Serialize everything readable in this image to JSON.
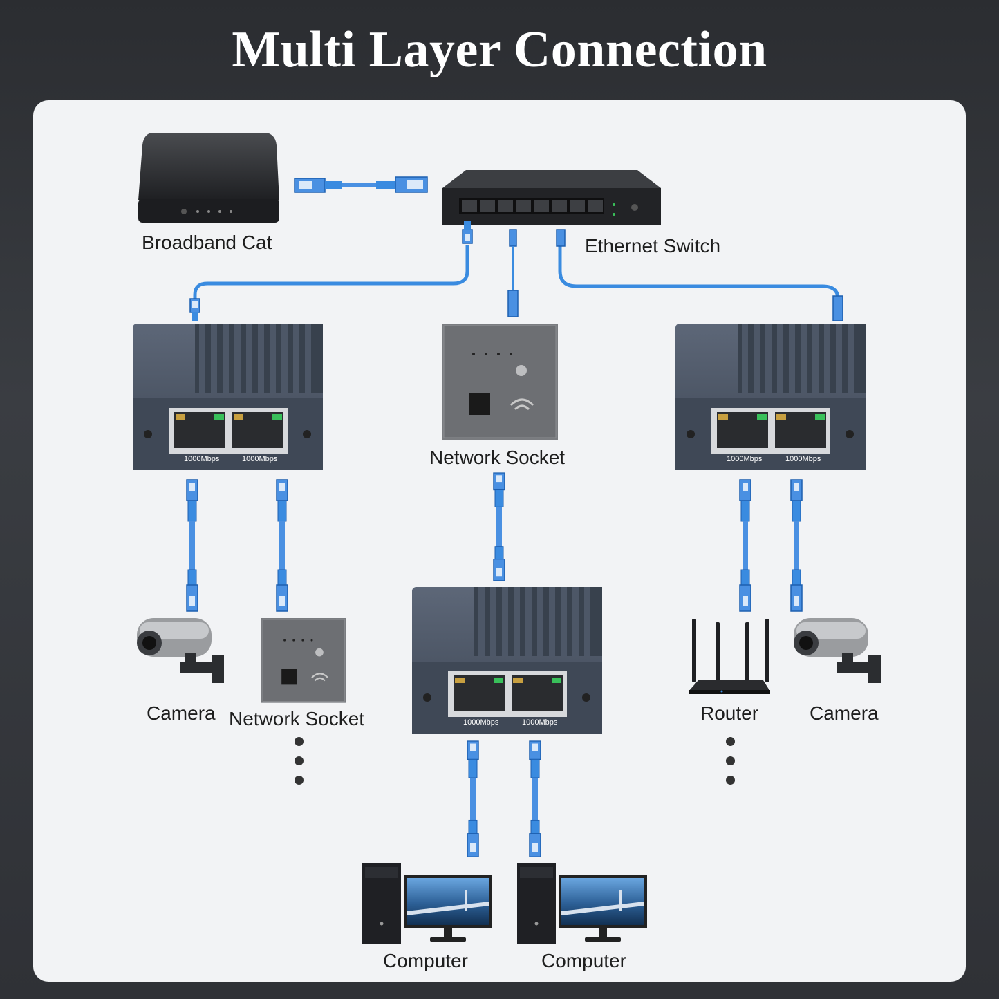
{
  "title": "Multi Layer Connection",
  "labels": {
    "broadband": "Broadband Cat",
    "switch": "Ethernet Switch",
    "socket_top": "Network Socket",
    "camera_left": "Camera",
    "socket_left": "Network Socket",
    "router": "Router",
    "camera_right": "Camera",
    "computer_1": "Computer",
    "computer_2": "Computer"
  },
  "splitter_port_label": "1000Mbps",
  "colors": {
    "cable": "#3a8be0",
    "device": "#4a5566",
    "panel": "#f2f3f5"
  }
}
